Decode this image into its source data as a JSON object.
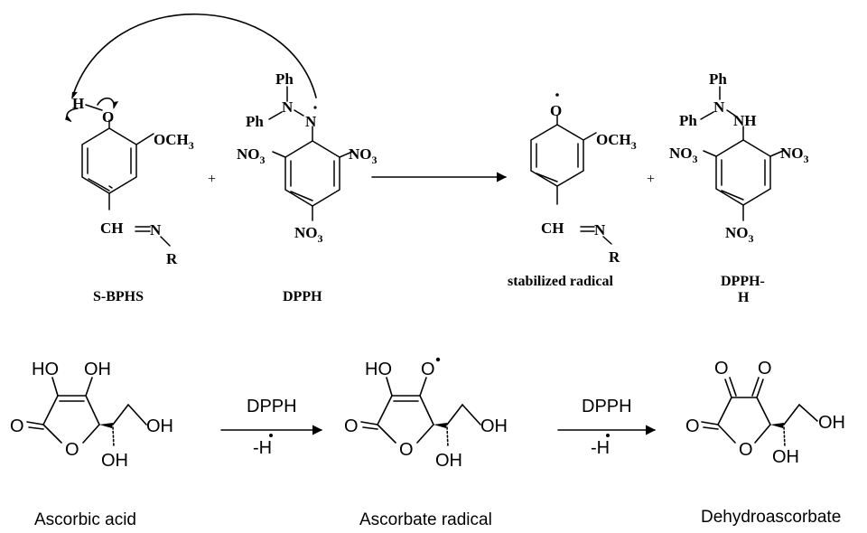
{
  "reaction1": {
    "sbphs": {
      "h": "H",
      "o": "O",
      "och3": "OCH",
      "sub3": "3",
      "ch": "CH",
      "n": "N",
      "r": "R",
      "caption": "S-BPHS"
    },
    "plus": "+",
    "dpph": {
      "ph_top": "Ph",
      "n1": "N",
      "ph_left": "Ph",
      "n2": "N",
      "no2_left": "NO",
      "no2_right": "NO",
      "no2_bottom": "NO",
      "sub3": "3",
      "caption": "DPPH"
    },
    "stabilized": {
      "o": "O",
      "och3": "OCH",
      "sub3": "3",
      "ch": "CH",
      "n": "N",
      "r": "R",
      "caption": "stabilized radical"
    },
    "dpphh": {
      "ph_top": "Ph",
      "n1": "N",
      "ph_left": "Ph",
      "nh": "NH",
      "no2_left": "NO",
      "no2_right": "NO",
      "no2_bottom": "NO",
      "sub3": "3",
      "caption_line1": "DPPH-",
      "caption_line2": "H"
    }
  },
  "reaction2": {
    "ascorbic": {
      "ho": "HO",
      "oh": "OH",
      "o_keto": "O",
      "o_ring": "O",
      "oh_side": "OH",
      "oh_down": "OH",
      "caption": "Ascorbic acid"
    },
    "arrow1": {
      "reagent": "DPPH",
      "loss": "-H"
    },
    "radical": {
      "ho": "HO",
      "o_rad": "O",
      "o_keto": "O",
      "o_ring": "O",
      "oh_side": "OH",
      "oh_down": "OH",
      "caption": "Ascorbate radical"
    },
    "arrow2": {
      "reagent": "DPPH",
      "loss": "-H"
    },
    "dehydro": {
      "o1": "O",
      "o2": "O",
      "o_keto": "O",
      "o_ring": "O",
      "oh_side": "OH",
      "oh_down": "OH",
      "caption": "Dehydroascorbate"
    }
  }
}
